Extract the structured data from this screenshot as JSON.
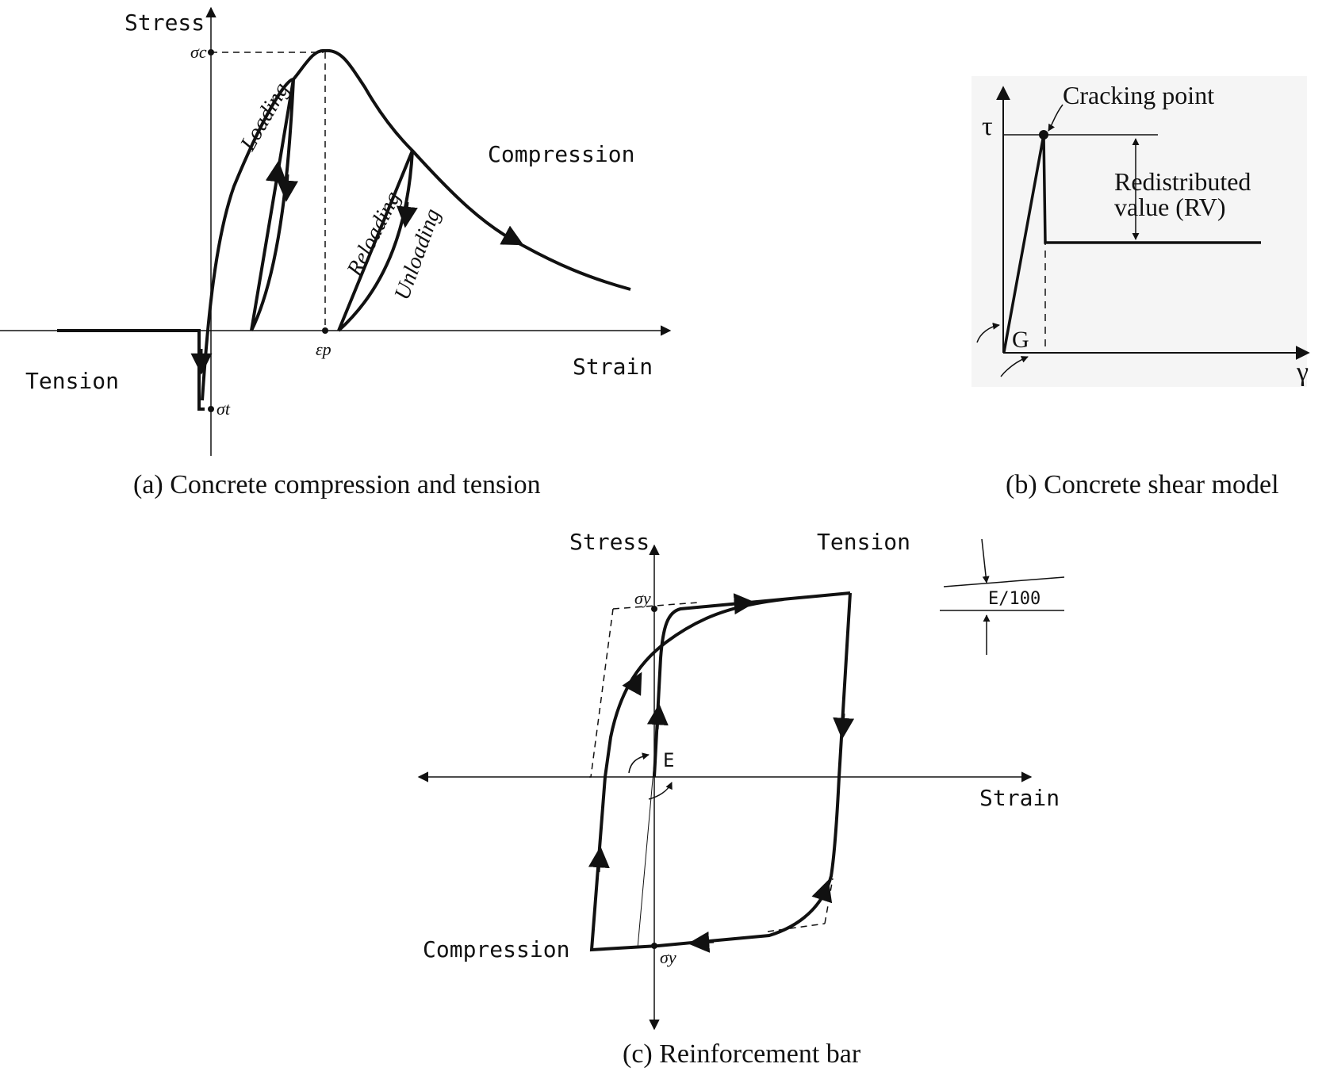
{
  "panel_a": {
    "caption": "(a) Concrete compression and tension",
    "y_axis_label": "Stress",
    "x_axis_label": "Strain",
    "peak_stress_symbol": "σc",
    "peak_strain_symbol": "εp",
    "tensile_strength_symbol": "σt",
    "region_compression": "Compression",
    "region_tension": "Tension",
    "branch_loading": "Loading",
    "branch_reloading": "Reloading",
    "branch_unloading": "Unloading"
  },
  "panel_b": {
    "caption": "(b) Concrete shear model",
    "y_axis_label": "τ",
    "x_axis_label": "γ",
    "cracking_label": "Cracking point",
    "redistributed_label_line1": "Redistributed",
    "redistributed_label_line2": "value (RV)",
    "modulus_label": "G"
  },
  "panel_c": {
    "caption": "(c) Reinforcement bar",
    "y_axis_label": "Stress",
    "x_axis_label": "Strain",
    "region_tension": "Tension",
    "region_compression": "Compression",
    "yield_top_symbol": "σy",
    "yield_bottom_symbol": "σy",
    "modulus_label": "E",
    "hardening_label": "E/100"
  }
}
